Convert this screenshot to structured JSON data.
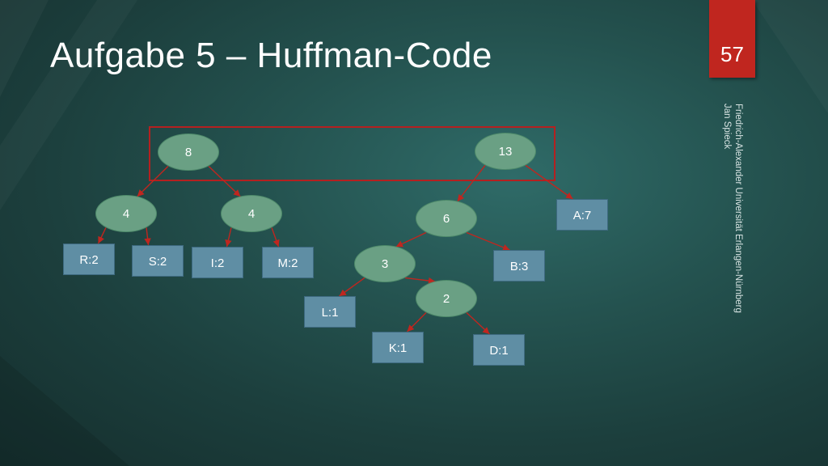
{
  "slide": {
    "title": "Aufgabe 5 – Huffman-Code",
    "page_number": "57",
    "side_line1": "Friedrich-Alexander Universität Erlangen-Nürnberg",
    "side_line2": "Jan Spieck"
  },
  "colors": {
    "background": "#24524f",
    "node_fill": "#6aa084",
    "leaf_fill": "#5f8ea4",
    "edge": "#c0261f",
    "badge": "#c0261f"
  },
  "tree": {
    "internal_nodes": {
      "n8": "8",
      "n13": "13",
      "n4a": "4",
      "n4b": "4",
      "n6": "6",
      "n3": "3",
      "n2": "2"
    },
    "leaves": {
      "R": "R:2",
      "S": "S:2",
      "I": "I:2",
      "M": "M:2",
      "A": "A:7",
      "B": "B:3",
      "L": "L:1",
      "K": "K:1",
      "D": "D:1"
    },
    "edges": [
      [
        "n8",
        "n4a"
      ],
      [
        "n8",
        "n4b"
      ],
      [
        "n13",
        "n6"
      ],
      [
        "n13",
        "A"
      ],
      [
        "n4a",
        "R"
      ],
      [
        "n4a",
        "S"
      ],
      [
        "n4b",
        "I"
      ],
      [
        "n4b",
        "M"
      ],
      [
        "n6",
        "n3"
      ],
      [
        "n6",
        "B"
      ],
      [
        "n3",
        "L"
      ],
      [
        "n3",
        "n2"
      ],
      [
        "n2",
        "K"
      ],
      [
        "n2",
        "D"
      ]
    ]
  }
}
